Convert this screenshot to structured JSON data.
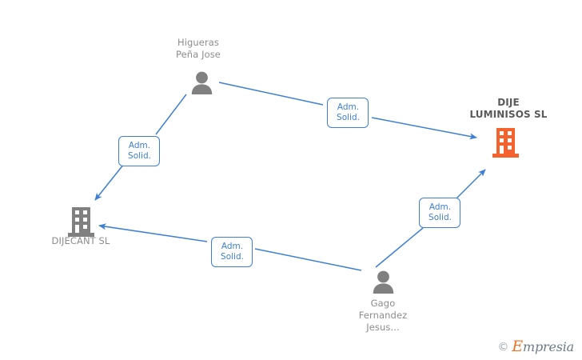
{
  "diagram": {
    "type": "relationship-graph",
    "background_color": "#ffffff",
    "edge_color": "#3d7fd4",
    "primary_node_color": "#f4622d",
    "secondary_node_color": "#808080",
    "label_color": "#8c8c8c"
  },
  "nodes": [
    {
      "id": "higueras",
      "kind": "person",
      "icon": "person-icon",
      "label": "Higueras\nPeña Jose",
      "label_position": "above",
      "color": "#808080"
    },
    {
      "id": "dije-luminisos",
      "kind": "company",
      "icon": "building-icon",
      "label": "DIJE\nLUMINISOS SL",
      "label_position": "above",
      "primary": true,
      "color": "#f4622d"
    },
    {
      "id": "dijecant",
      "kind": "company",
      "icon": "building-icon",
      "label": "DIJECANT SL",
      "label_position": "below",
      "color": "#808080"
    },
    {
      "id": "gago",
      "kind": "person",
      "icon": "person-icon",
      "label": "Gago\nFernandez\nJesus...",
      "label_position": "below",
      "color": "#808080"
    }
  ],
  "edges": [
    {
      "id": "higueras-to-dije-luminisos",
      "from": "higueras",
      "to": "dije-luminisos",
      "label": "Adm.\nSolid."
    },
    {
      "id": "higueras-to-dijecant",
      "from": "higueras",
      "to": "dijecant",
      "label": "Adm.\nSolid."
    },
    {
      "id": "gago-to-dijecant",
      "from": "gago",
      "to": "dijecant",
      "label": "Adm.\nSolid."
    },
    {
      "id": "gago-to-dije-luminisos",
      "from": "gago",
      "to": "dije-luminisos",
      "label": "Adm.\nSolid."
    }
  ],
  "watermark": {
    "copyright": "©",
    "brand_initial": "E",
    "brand_rest": "mpresia"
  }
}
